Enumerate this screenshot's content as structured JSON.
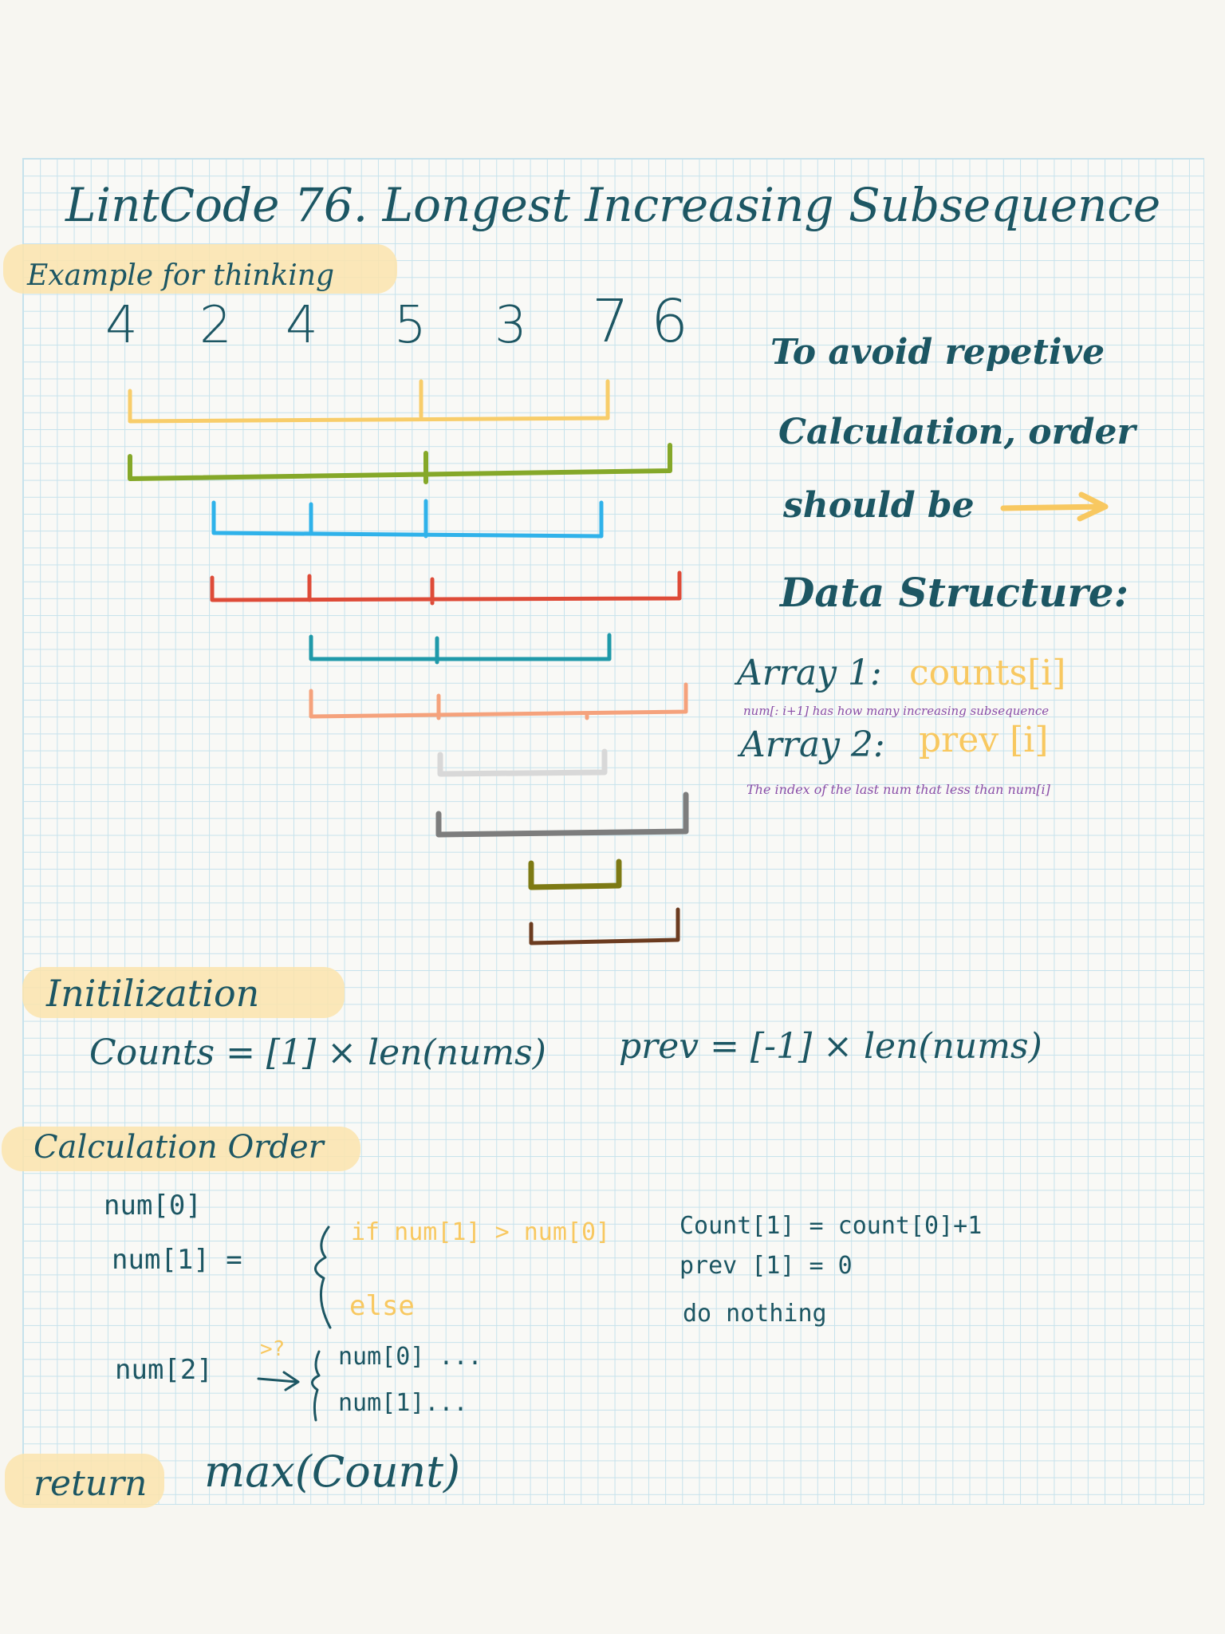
{
  "title": "LintCode 76. Longest Increasing Subsequence",
  "example": {
    "label": "Example for thinking",
    "numbers": [
      "4",
      "2",
      "4",
      "5",
      "3",
      "7",
      "6"
    ]
  },
  "side_notes": {
    "line1": "To avoid repetive",
    "line2": "Calculation, order",
    "line3": "should be",
    "data_structure": "Data Structure:",
    "array1_label": "Array 1:",
    "array1_name": "counts[i]",
    "array1_desc": "num[: i+1] has how many increasing subsequence",
    "array2_label": "Array 2:",
    "array2_name": "prev [i]",
    "array2_desc": "The index of the last num that less than num[i]"
  },
  "initialization": {
    "heading": "Initilization",
    "counts_expr": "Counts = [1] × len(nums)",
    "prev_expr": "prev = [-1] × len(nums)"
  },
  "calculation": {
    "heading": "Calculation Order",
    "row0": "num[0]",
    "row1": "num[1] =",
    "if_cond": "if num[1] > num[0]",
    "else": "else",
    "then1": "Count[1] = count[0]+1",
    "then2": "prev [1] = 0",
    "else_action": "do nothing",
    "row2": "num[2]",
    "compare": ">?",
    "branch1": "num[0] ...",
    "branch2": "num[1]..."
  },
  "return_section": {
    "label": "return",
    "expr": "max(Count)"
  },
  "colors": {
    "ink": "#1c5663",
    "highlight": "#fbe4ad",
    "yellow": "#f8c860",
    "purple": "#8a4fa8",
    "grid": "#c6e2ec",
    "brackets": [
      "#f8cd6a",
      "#85a829",
      "#2fb2ea",
      "#de4b38",
      "#1f99a9",
      "#f5a27c",
      "#d8d8d8",
      "#7d7d7d",
      "#7d7a14",
      "#6b3b1f"
    ]
  }
}
